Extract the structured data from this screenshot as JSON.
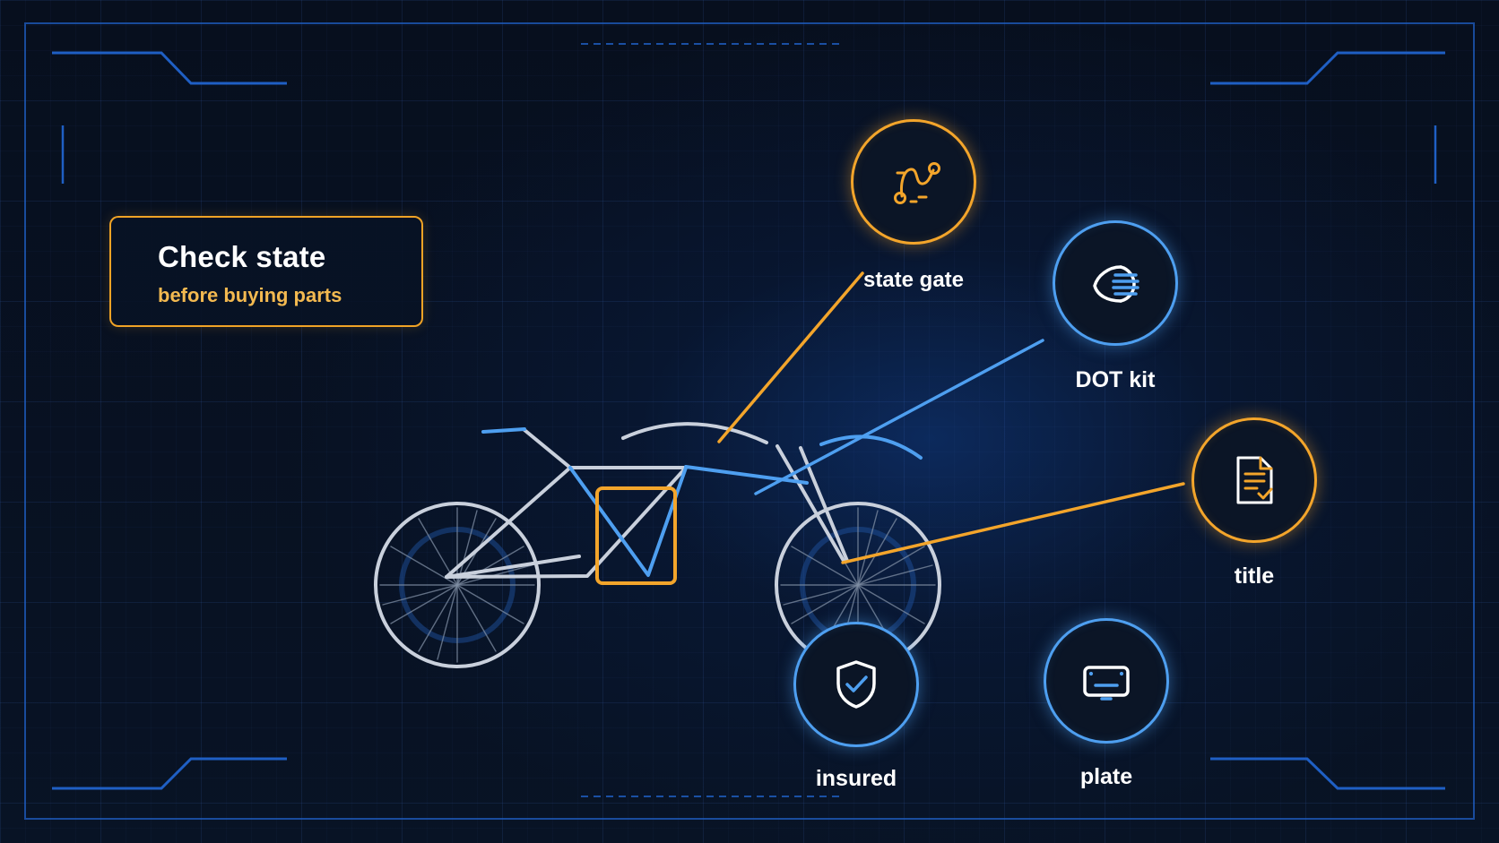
{
  "callout": {
    "title": "Check state",
    "subtitle": "before buying parts"
  },
  "nodes": [
    {
      "id": "state-gate",
      "label": "state gate",
      "accent": "orange",
      "icon": "route-icon"
    },
    {
      "id": "dot-kit",
      "label": "DOT kit",
      "accent": "blue",
      "icon": "headlight-icon"
    },
    {
      "id": "title",
      "label": "title",
      "accent": "orange",
      "icon": "document-check-icon"
    },
    {
      "id": "insured",
      "label": "insured",
      "accent": "blue",
      "icon": "shield-check-icon"
    },
    {
      "id": "plate",
      "label": "plate",
      "accent": "blue",
      "icon": "license-plate-icon"
    }
  ],
  "colors": {
    "orange": "#f3a52b",
    "blue": "#4e9ff0",
    "frame": "#1f5fc4",
    "background": "#070f1e",
    "bike": "#c9d0dc"
  }
}
